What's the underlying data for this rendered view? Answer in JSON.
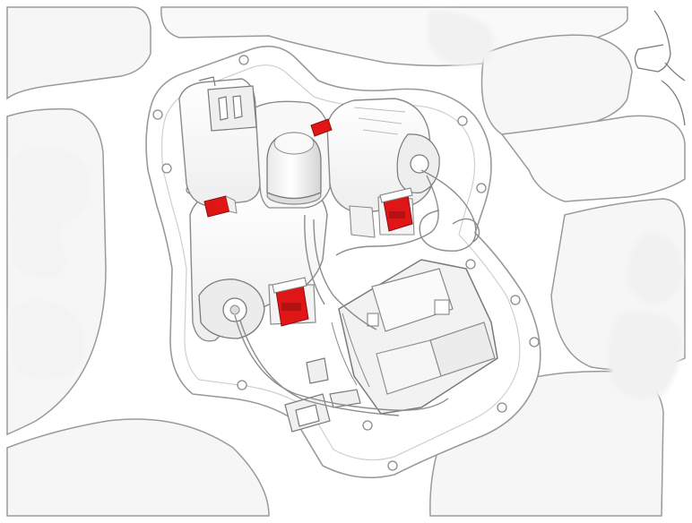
{
  "colors": {
    "background": "#ffffff",
    "panel": "#f6f6f6",
    "panel_outline": "#9a9a9a",
    "housing": "#fbfbfb",
    "housing_shadow": "#d9d9d9",
    "detail_line": "#7a7a7a",
    "clip_accent": "#e01616",
    "wire": "#8c8c8c"
  },
  "parts": {
    "mounting_plate": {
      "label": ""
    },
    "bulb_holder_left": {
      "label": ""
    },
    "bulb_holder_right": {
      "label": ""
    },
    "center_bulb": {
      "label": ""
    },
    "connector_block": {
      "label": ""
    },
    "ground_terminal": {
      "label": ""
    },
    "cable_clip": {
      "label": ""
    },
    "wire_harness": {
      "label": ""
    }
  },
  "highlighted_clips": {
    "count": 4,
    "color": "#e01616",
    "names": [
      "clip-top-right",
      "clip-top-left",
      "clip-lower-right",
      "clip-lower-left"
    ]
  },
  "embossed_text": {
    "value": "",
    "legible": false
  }
}
